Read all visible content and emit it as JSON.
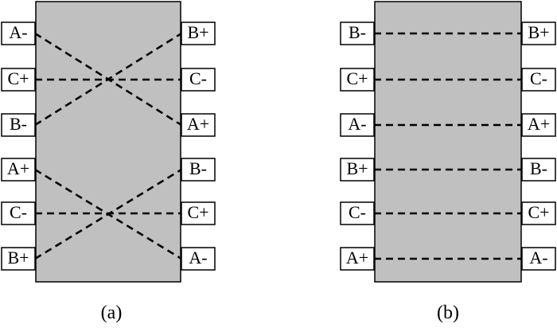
{
  "panels": [
    {
      "caption": "(a)",
      "left_terminals": [
        "A-",
        "C+",
        "B-",
        "A+",
        "C-",
        "B+"
      ],
      "right_terminals": [
        "B+",
        "C-",
        "A+",
        "B-",
        "C+",
        "A-"
      ],
      "connections": [
        [
          0,
          2
        ],
        [
          1,
          1
        ],
        [
          2,
          0
        ],
        [
          3,
          5
        ],
        [
          4,
          4
        ],
        [
          5,
          3
        ]
      ]
    },
    {
      "caption": "(b)",
      "left_terminals": [
        "B-",
        "C+",
        "A-",
        "B+",
        "C-",
        "A+"
      ],
      "right_terminals": [
        "B+",
        "C-",
        "A+",
        "B-",
        "C+",
        "A-"
      ],
      "connections": [
        [
          0,
          0
        ],
        [
          1,
          1
        ],
        [
          2,
          2
        ],
        [
          3,
          3
        ],
        [
          4,
          4
        ],
        [
          5,
          5
        ]
      ]
    }
  ]
}
